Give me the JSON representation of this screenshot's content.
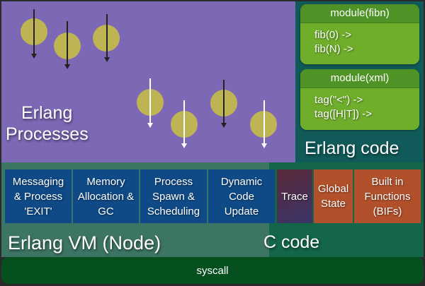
{
  "processes": {
    "label_line1": "Erlang",
    "label_line2": "Processes",
    "colors": {
      "background": "#7d68b5",
      "process_circle": "#c8be46",
      "arrow_dark": "#222222",
      "arrow_light": "#ffffff"
    },
    "items": [
      {
        "arrow": "dark"
      },
      {
        "arrow": "dark"
      },
      {
        "arrow": "dark"
      },
      {
        "arrow": "light"
      },
      {
        "arrow": "light"
      },
      {
        "arrow": "dark"
      },
      {
        "arrow": "light"
      }
    ]
  },
  "code": {
    "title": "Erlang code",
    "modules": [
      {
        "header": "module(fibn)",
        "lines": [
          "fib(0) ->",
          "fib(N) ->"
        ]
      },
      {
        "header": "module(xml)",
        "lines": [
          "tag(\"<\") ->",
          "tag([H|T]) ->"
        ]
      }
    ]
  },
  "vm": {
    "title": "Erlang VM (Node)",
    "c_code_label": "C code",
    "blocks": [
      {
        "label": "Messaging & Process 'EXIT'",
        "lines": [
          "Messaging",
          "& Process",
          "'EXIT'"
        ],
        "color": "#0f4a87"
      },
      {
        "label": "Memory Allocation & GC",
        "lines": [
          "Memory",
          "Allocation &",
          "GC"
        ],
        "color": "#0f4a87"
      },
      {
        "label": "Process Spawn & Scheduling",
        "lines": [
          "Process",
          "Spawn &",
          "Scheduling"
        ],
        "color": "#0f4a87"
      },
      {
        "label": "Dynamic Code Update",
        "lines": [
          "Dynamic",
          "Code",
          "Update"
        ],
        "color": "#0f4a87"
      },
      {
        "label": "Trace",
        "lines": [
          "Trace"
        ],
        "color": "#4a2f5c"
      },
      {
        "label": "Global State",
        "lines": [
          "Global",
          "State"
        ],
        "color": "#b1502a"
      },
      {
        "label": "Built in Functions (BIFs)",
        "lines": [
          "Built in",
          "Functions",
          "(BIFs)"
        ],
        "color": "#b1502a"
      }
    ]
  },
  "syscall": {
    "label": "syscall"
  }
}
